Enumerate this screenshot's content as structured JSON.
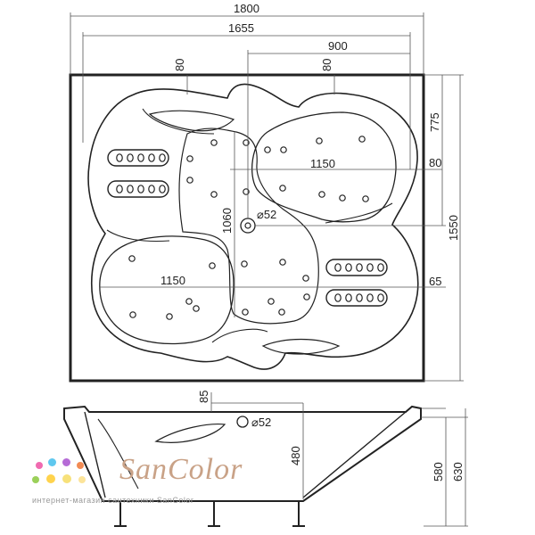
{
  "drawing": {
    "top_view": {
      "dimensions": {
        "overall_width": "1800",
        "inner_width": "1655",
        "bowl_offset": "900",
        "rim_left": "80",
        "rim_right": "80",
        "right_upper": "775",
        "right_mid": "80",
        "total_depth": "1550",
        "right_lower": "65",
        "seat_upper": "1150",
        "seat_lower": "1150",
        "center_height": "1060",
        "drain_diameter": "⌀52"
      }
    },
    "side_view": {
      "dimensions": {
        "rim": "85",
        "overflow_diameter": "⌀52",
        "inner_depth": "480",
        "height_min": "580",
        "height_max": "630"
      }
    }
  },
  "brand": {
    "name": "SanColor",
    "subtitle": "интернет-магазин сантехники SanColor"
  },
  "colors": {
    "line": "#222222",
    "dimension_line": "#555555",
    "brand_text": "#c9a287"
  }
}
